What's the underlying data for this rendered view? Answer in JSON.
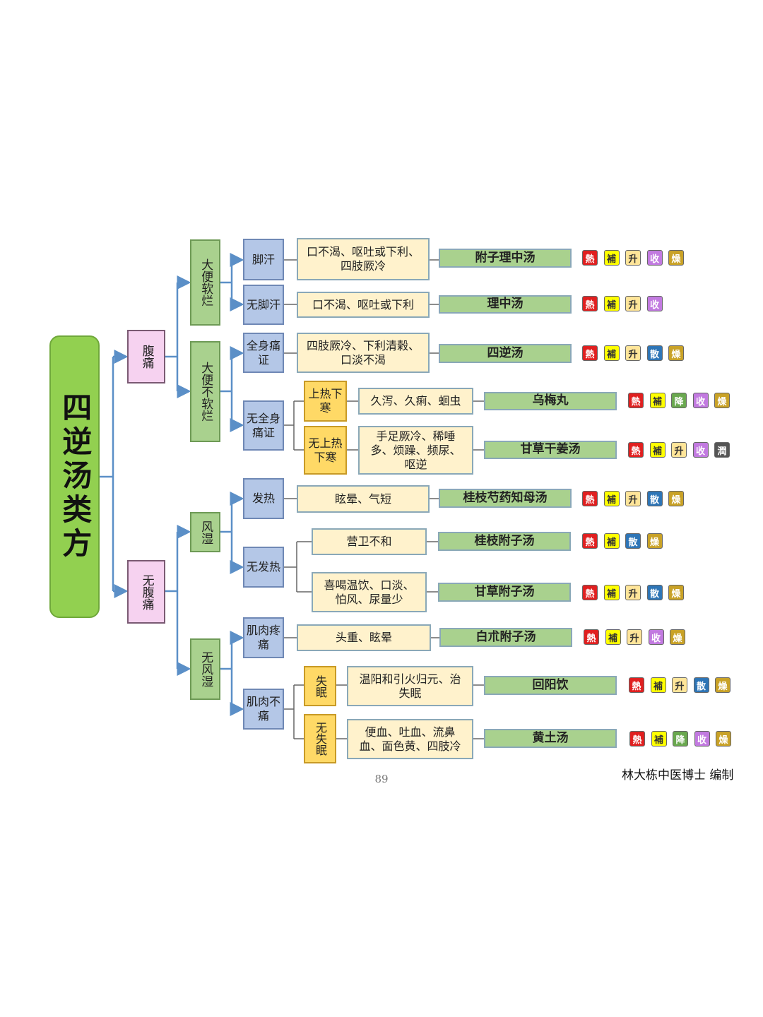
{
  "root": "四逆汤类方",
  "level1": [
    "腹痛",
    "无腹痛"
  ],
  "level2": [
    "大便软烂",
    "大便不软烂",
    "风湿",
    "无风湿"
  ],
  "level3": [
    "脚汗",
    "无脚汗",
    "全身痛证",
    "无全身痛证",
    "发热",
    "无发热",
    "肌肉疼痛",
    "肌肉不痛"
  ],
  "level4": [
    "上热下寒",
    "无上热下寒",
    "失眠",
    "无失眠"
  ],
  "symptoms": [
    "口不渴、呕吐或下利、四肢厥冷",
    "口不渴、呕吐或下利",
    "四肢厥冷、下利清榖、口淡不渴",
    "久泻、久痢、蛔虫",
    "手足厥冷、稀唾多、烦躁、频尿、呕逆",
    "眩晕、气短",
    "营卫不和",
    "喜喝温饮、口淡、怕风、尿量少",
    "头重、眩晕",
    "温阳和引火归元、治失眠",
    "便血、吐血、流鼻血、面色黄、四肢冷"
  ],
  "formulas": [
    {
      "name": "附子理中汤",
      "tags": [
        "熱",
        "補",
        "升",
        "收",
        "燥"
      ]
    },
    {
      "name": "理中汤",
      "tags": [
        "熱",
        "補",
        "升",
        "收"
      ]
    },
    {
      "name": "四逆汤",
      "tags": [
        "熱",
        "補",
        "升",
        "散",
        "燥"
      ]
    },
    {
      "name": "乌梅丸",
      "tags": [
        "熱",
        "補",
        "降",
        "收",
        "燥"
      ]
    },
    {
      "name": "甘草干姜汤",
      "tags": [
        "熱",
        "補",
        "升",
        "收",
        "潤"
      ]
    },
    {
      "name": "桂枝芍药知母汤",
      "tags": [
        "熱",
        "補",
        "升",
        "散",
        "燥"
      ]
    },
    {
      "name": "桂枝附子汤",
      "tags": [
        "熱",
        "補",
        "散",
        "燥"
      ]
    },
    {
      "name": "甘草附子汤",
      "tags": [
        "熱",
        "補",
        "升",
        "散",
        "燥"
      ]
    },
    {
      "name": "白朮附子汤",
      "tags": [
        "熱",
        "補",
        "升",
        "收",
        "燥"
      ]
    },
    {
      "name": "回阳饮",
      "tags": [
        "熱",
        "補",
        "升",
        "散",
        "燥"
      ]
    },
    {
      "name": "黄土汤",
      "tags": [
        "熱",
        "補",
        "降",
        "收",
        "燥"
      ]
    }
  ],
  "tag_colors": {
    "熱": "#e02020",
    "補": "#ffff00",
    "升": "#ffe599",
    "收": "#c27ae0",
    "燥": "#c9a227",
    "散": "#2e75b6",
    "降": "#6aa84f",
    "潤": "#555555"
  },
  "page_number": "89",
  "author": "林大栋中医博士 编制"
}
